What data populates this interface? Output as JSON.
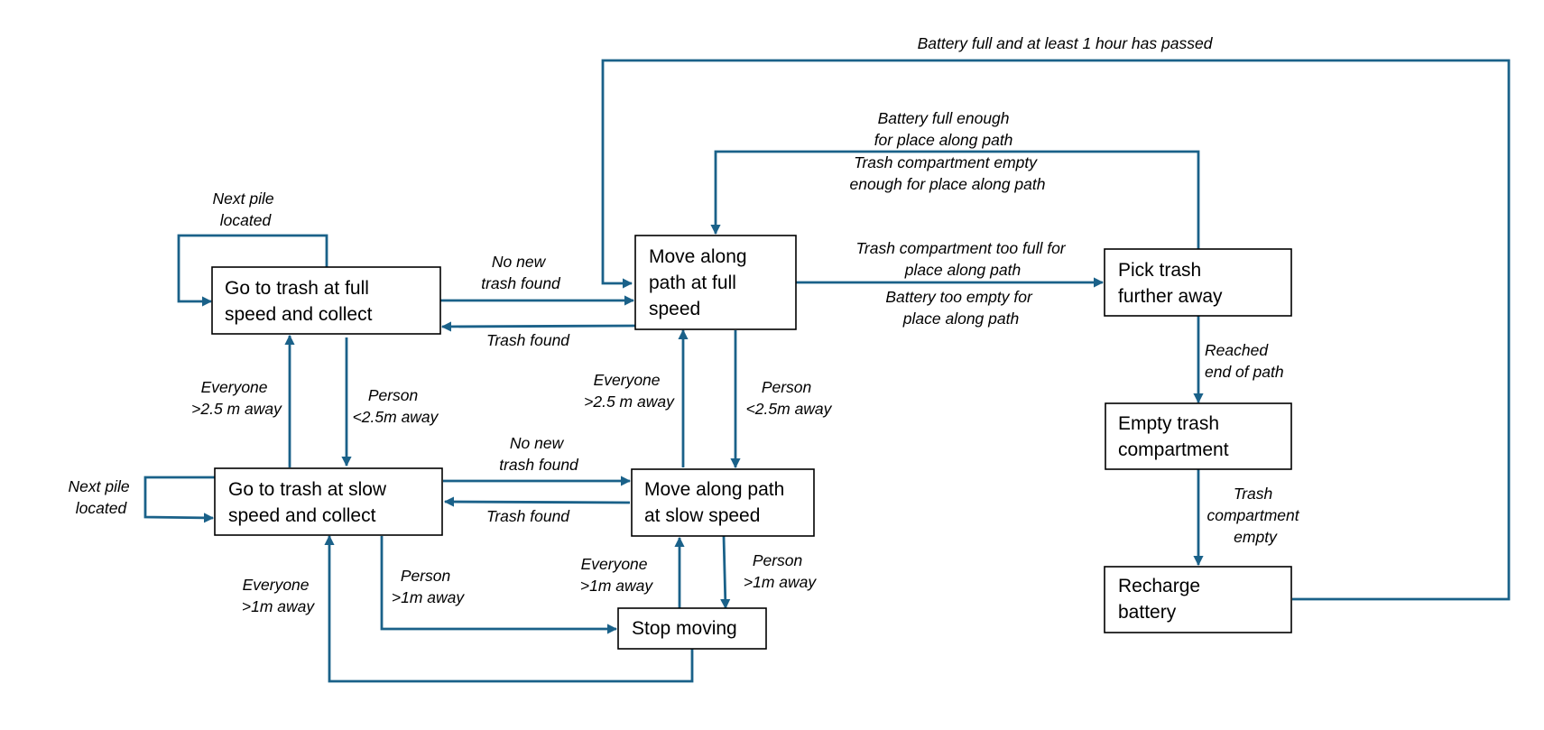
{
  "colors": {
    "edge": "#1a6189",
    "box_border": "#000000",
    "background": "#ffffff"
  },
  "states": {
    "full_collect": [
      "Go to trash at full",
      "speed and collect"
    ],
    "slow_collect": [
      "Go to trash at slow",
      "speed and collect"
    ],
    "full_path": [
      "Move along",
      "path at full",
      "speed"
    ],
    "slow_path": [
      "Move along path",
      "at slow speed"
    ],
    "stop": [
      "Stop moving"
    ],
    "pick_further": [
      "Pick trash",
      "further away"
    ],
    "empty_trash": [
      "Empty trash",
      "compartment"
    ],
    "recharge": [
      "Recharge",
      "battery"
    ]
  },
  "labels": {
    "battery_hour": [
      "Battery full and at least 1 hour has passed"
    ],
    "battery_enough": [
      "Battery full enough",
      "for place along path",
      "Trash compartment empty",
      "enough for place along path"
    ],
    "next_pile_full": [
      "Next pile",
      "located"
    ],
    "next_pile_slow": [
      "Next pile",
      "located"
    ],
    "no_new_full": [
      "No new",
      "trash found"
    ],
    "trash_found_full": [
      "Trash found"
    ],
    "too_full": [
      "Trash compartment too full for",
      "place along path"
    ],
    "too_empty": [
      "Battery too empty for",
      "place along path"
    ],
    "everyone_25_left": [
      "Everyone",
      ">2.5 m away"
    ],
    "person_25_left": [
      "Person",
      "<2.5m away"
    ],
    "everyone_25_mid": [
      "Everyone",
      ">2.5 m away"
    ],
    "person_25_mid": [
      "Person",
      "<2.5m away"
    ],
    "reached_end": [
      "Reached",
      "end of path"
    ],
    "no_new_slow": [
      "No new",
      "trash found"
    ],
    "trash_found_slow": [
      "Trash found"
    ],
    "trash_empty": [
      "Trash",
      "compartment",
      "empty"
    ],
    "everyone_1_left": [
      "Everyone",
      ">1m away"
    ],
    "person_1_left": [
      "Person",
      ">1m away"
    ],
    "everyone_1_mid": [
      "Everyone",
      ">1m away"
    ],
    "person_1_mid": [
      "Person",
      ">1m away"
    ]
  }
}
